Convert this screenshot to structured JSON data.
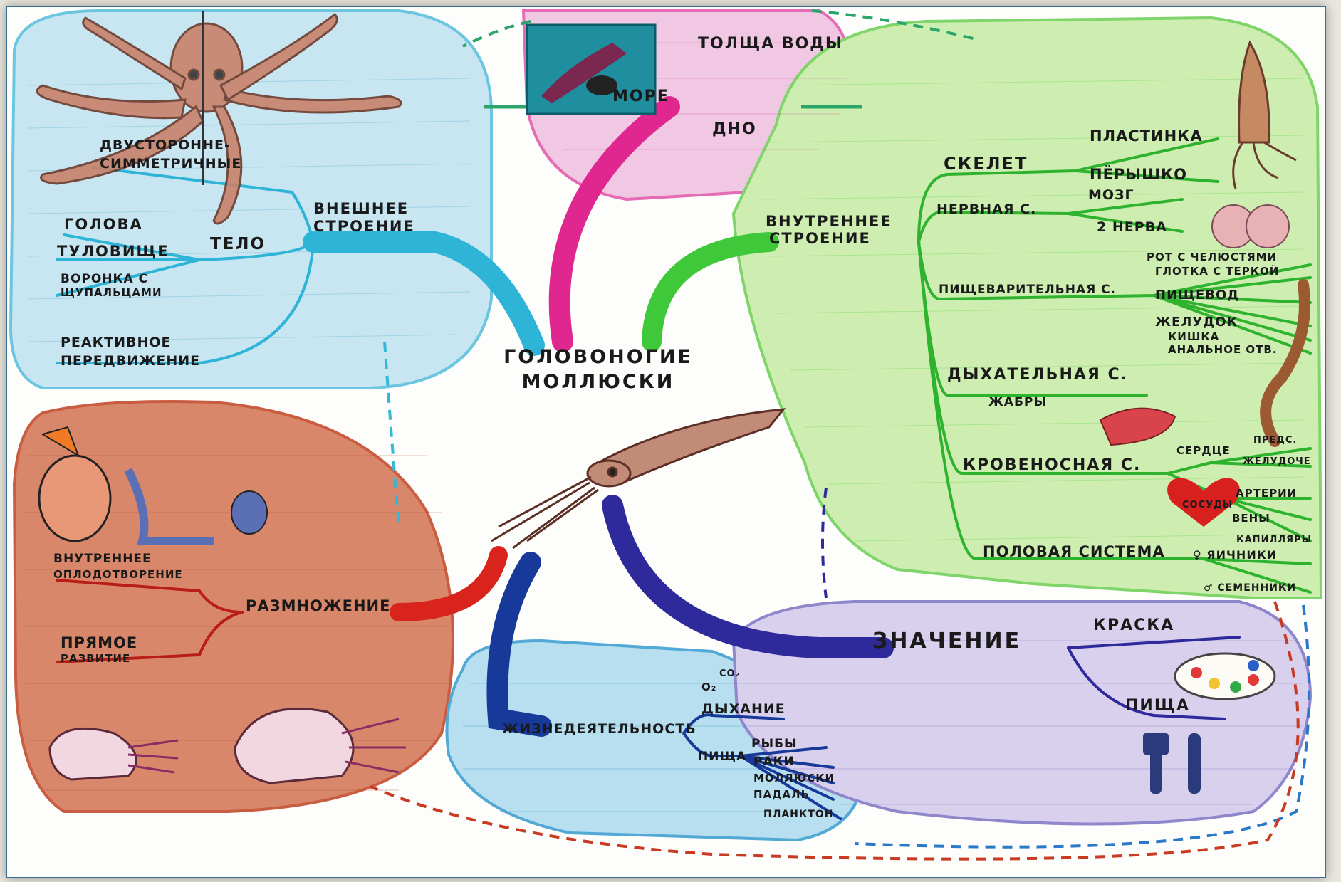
{
  "center": {
    "line1": "ГОЛОВОНОГИЕ",
    "line2": "МОЛЛЮСКИ"
  },
  "habitat": {
    "sea": "МОРЕ",
    "water_column": "ТОЛЩА ВОДЫ",
    "bottom": "ДНО"
  },
  "external": {
    "title_line1": "ВНЕШНЕЕ",
    "title_line2": "СТРОЕНИЕ",
    "symmetry_line1": "ДВУСТОРОННЕ-",
    "symmetry_line2": "СИММЕТРИЧНЫЕ",
    "body": "ТЕЛО",
    "head": "ГОЛОВА",
    "trunk": "ТУЛОВИЩЕ",
    "funnel_line1": "ВОРОНКА С",
    "funnel_line2": "ЩУПАЛЬЦАМИ",
    "movement_line1": "РЕАКТИВНОЕ",
    "movement_line2": "ПЕРЕДВИЖЕНИЕ"
  },
  "internal": {
    "title_line1": "ВНУТРЕННЕЕ",
    "title_line2": "СТРОЕНИЕ",
    "skeleton": "СКЕЛЕТ",
    "plate": "ПЛАСТИНКА",
    "feather": "ПЁРЫШКО",
    "nervous": "НЕРВНАЯ С.",
    "brain": "МОЗГ",
    "nerves": "2 НЕРВА",
    "digestive": "ПИЩЕВАРИТЕЛЬНАЯ С.",
    "mouth": "РОТ С ЧЕЛЮСТЯМИ",
    "pharynx": "ГЛОТКА С ТЕРКОЙ",
    "esophagus": "ПИЩЕВОД",
    "stomach": "ЖЕЛУДОК",
    "intestine": "КИШКА",
    "anus": "АНАЛЬНОЕ ОТВ.",
    "respiratory": "ДЫХАТЕЛЬНАЯ С.",
    "gills": "ЖАБРЫ",
    "circulatory": "КРОВЕНОСНАЯ С.",
    "heart": "СЕРДЦЕ",
    "vessels": "СОСУДЫ",
    "atria": "ПРЕДС.",
    "ventricle": "ЖЕЛУДОЧЕ",
    "arteries": "АРТЕРИИ",
    "veins": "ВЕНЫ",
    "capillaries": "КАПИЛЛЯРЫ",
    "reproductive": "ПОЛОВАЯ СИСТЕМА",
    "ovaries": "♀ ЯИЧНИКИ",
    "testes": "♂ СЕМЕННИКИ"
  },
  "reproduction": {
    "title": "РАЗМНОЖЕНИЕ",
    "internal_line1": "ВНУТРЕННЕЕ",
    "internal_line2": "ОПЛОДОТВОРЕНИЕ",
    "direct_line1": "ПРЯМОЕ",
    "direct_line2": "РАЗВИТИЕ"
  },
  "life": {
    "title": "ЖИЗНЕДЕЯТЕЛЬНОСТЬ",
    "breathing": "ДЫХАНИЕ",
    "o2": "O₂",
    "co2": "CO₂",
    "food": "ПИЩА",
    "fish": "РЫБЫ",
    "crayfish": "РАКИ",
    "mollusks": "МОЛЛЮСКИ",
    "carrion": "ПАДАЛЬ",
    "plankton": "ПЛАНКТОН"
  },
  "importance": {
    "title": "ЗНАЧЕНИЕ",
    "ink": "КРАСКА",
    "food": "ПИЩА"
  },
  "colors": {
    "blue_area": "#c8e6f2",
    "blue_line": "#2db4d6",
    "pink_area": "#f1c8e4",
    "pink_line": "#e0268f",
    "green_area": "#cdeeb0",
    "green_line": "#3fc93a",
    "red_area": "#d9876a",
    "red_line": "#d8241d",
    "purple_area": "#d9d0ee",
    "purple_line": "#2f2a9c",
    "cyan_area": "#b8dff0",
    "navy_line": "#17399a"
  }
}
